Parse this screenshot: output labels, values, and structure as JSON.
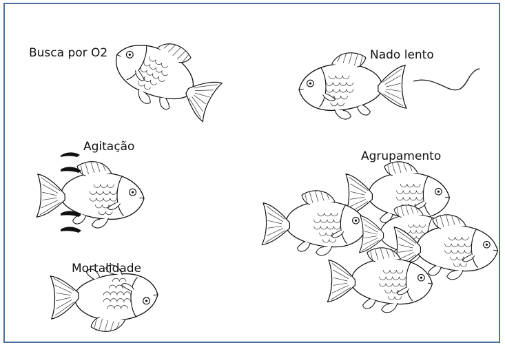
{
  "labels": {
    "busca": "Busca por O2",
    "nado": "Nado lento",
    "agitacao": "Agitação",
    "agrupamento": "Agrupamento",
    "mortalidade": "Mortalidade"
  }
}
